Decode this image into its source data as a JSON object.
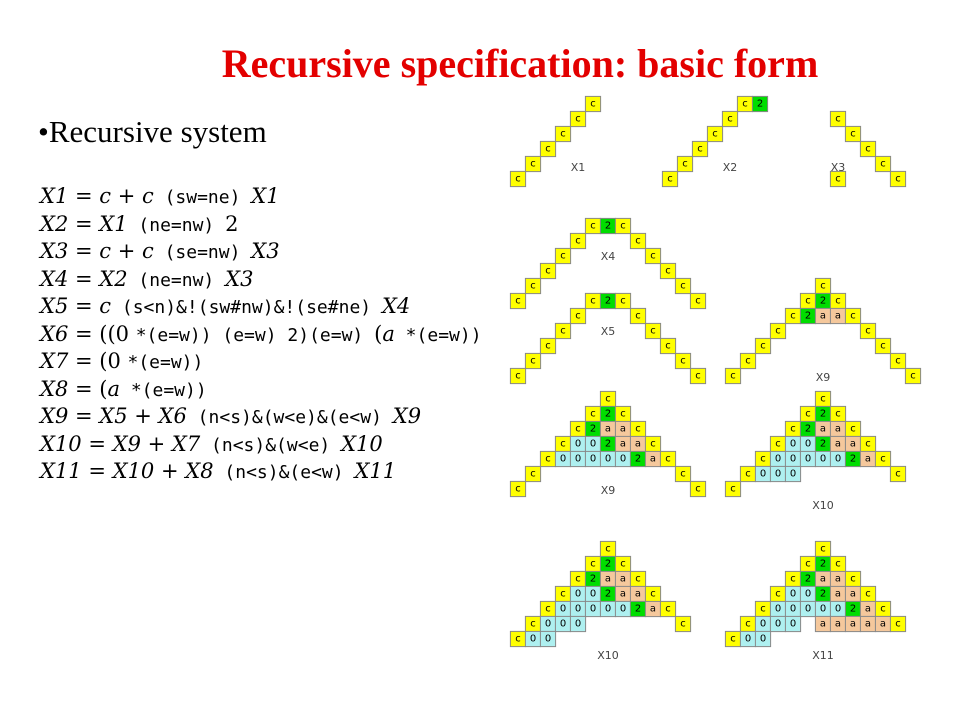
{
  "title": "Recursive specification: basic form",
  "bullet": "Recursive system",
  "equations": [
    {
      "lhs": "X1",
      "rhs": [
        [
          "i",
          "c"
        ],
        [
          "m",
          " + "
        ],
        [
          "i",
          "c"
        ],
        [
          "t",
          " (sw=ne) "
        ],
        [
          "i",
          "X1"
        ]
      ]
    },
    {
      "lhs": "X2",
      "rhs": [
        [
          "i",
          "X1"
        ],
        [
          "t",
          " (ne=nw) "
        ],
        [
          "m",
          "2"
        ]
      ]
    },
    {
      "lhs": "X3",
      "rhs": [
        [
          "i",
          "c"
        ],
        [
          "m",
          " + "
        ],
        [
          "i",
          "c"
        ],
        [
          "t",
          " (se=nw) "
        ],
        [
          "i",
          "X3"
        ]
      ]
    },
    {
      "lhs": "X4",
      "rhs": [
        [
          "i",
          "X2"
        ],
        [
          "t",
          " (ne=nw) "
        ],
        [
          "i",
          "X3"
        ]
      ]
    },
    {
      "lhs": "X5",
      "rhs": [
        [
          "i",
          "c"
        ],
        [
          "t",
          " (s<n)&!(sw#nw)&!(se#ne) "
        ],
        [
          "i",
          "X4"
        ]
      ]
    },
    {
      "lhs": "X6",
      "rhs": [
        [
          "m",
          "((0 "
        ],
        [
          "t",
          "*(e=w)) (e=w) 2)(e=w) "
        ],
        [
          "m",
          "("
        ],
        [
          "i",
          "a"
        ],
        [
          "t",
          " *(e=w))"
        ]
      ]
    },
    {
      "lhs": "X7",
      "rhs": [
        [
          "m",
          "(0 "
        ],
        [
          "t",
          "*(e=w))"
        ]
      ]
    },
    {
      "lhs": "X8",
      "rhs": [
        [
          "m",
          "("
        ],
        [
          "i",
          "a"
        ],
        [
          "t",
          " *(e=w))"
        ]
      ]
    },
    {
      "lhs": "X9",
      "rhs": [
        [
          "i",
          "X5"
        ],
        [
          "m",
          " + "
        ],
        [
          "i",
          "X6"
        ],
        [
          "t",
          " (n<s)&(w<e)&(e<w) "
        ],
        [
          "i",
          "X9"
        ]
      ]
    },
    {
      "lhs": "X10",
      "rhs": [
        [
          "i",
          "X9"
        ],
        [
          "m",
          " + "
        ],
        [
          "i",
          "X7"
        ],
        [
          "t",
          " (n<s)&(w<e) "
        ],
        [
          "i",
          "X10"
        ]
      ]
    },
    {
      "lhs": "X11",
      "rhs": [
        [
          "i",
          "X10"
        ],
        [
          "m",
          " + "
        ],
        [
          "i",
          "X8"
        ],
        [
          "t",
          " (n<s)&(e<w) "
        ],
        [
          "i",
          "X11"
        ]
      ]
    }
  ],
  "colors": {
    "c": "#ffff00",
    "2": "#00dd00",
    "a": "#f5c89c",
    "0": "#aef0f0"
  },
  "pictures": [
    {
      "id": "x1",
      "label": "X1",
      "rows": [
        [
          "c"
        ],
        [
          "c"
        ],
        [
          "c"
        ],
        [
          "c"
        ],
        [
          "c"
        ],
        [
          "c"
        ]
      ]
    },
    {
      "id": "x2",
      "label": "X2",
      "rows": [
        [
          "c",
          "2"
        ],
        [
          "c"
        ],
        [
          "c"
        ],
        [
          "c"
        ],
        [
          "c"
        ],
        [
          "c"
        ]
      ]
    },
    {
      "id": "x3",
      "label": "X3",
      "rows": [
        [
          "c"
        ],
        [
          "c"
        ],
        [
          "c"
        ],
        [
          "c"
        ],
        [
          "c"
        ],
        [
          "c"
        ]
      ]
    },
    {
      "id": "x4",
      "label": "X4",
      "rows": [
        [
          "c",
          "2",
          "c"
        ],
        [
          "c",
          "c"
        ],
        [
          "c",
          "c"
        ],
        [
          "c",
          "c"
        ],
        [
          "c",
          "c"
        ],
        [
          "c",
          "c"
        ]
      ]
    },
    {
      "id": "x5",
      "label": "X5",
      "rows": [
        [
          "c",
          "2",
          "c"
        ],
        [
          "c",
          "c"
        ],
        [
          "c",
          "c"
        ],
        [
          "c",
          "c"
        ],
        [
          "c",
          "c"
        ],
        [
          "c",
          "c"
        ]
      ]
    },
    {
      "id": "x9a",
      "label": "X9",
      "rows": [
        [
          "c"
        ],
        [
          "c",
          "2",
          "c"
        ],
        [
          "c",
          "2",
          "a",
          "a",
          "c"
        ],
        [
          "c",
          "c"
        ],
        [
          "c",
          "c"
        ],
        [
          "c",
          "c"
        ],
        [
          "c",
          "c"
        ]
      ]
    },
    {
      "id": "x9b",
      "label": "X9",
      "rows": [
        [
          "c"
        ],
        [
          "c",
          "2",
          "c"
        ],
        [
          "c",
          "2",
          "a",
          "a",
          "c"
        ],
        [
          "c",
          "0",
          "0",
          "2",
          "a",
          "a",
          "c"
        ],
        [
          "c",
          "0",
          "0",
          "0",
          "0",
          "0",
          "2",
          "a",
          "c"
        ],
        [
          "c",
          "c"
        ],
        [
          "c",
          "c"
        ]
      ]
    },
    {
      "id": "x10a",
      "label": "X10",
      "rows": [
        [
          "c"
        ],
        [
          "c",
          "2",
          "c"
        ],
        [
          "c",
          "2",
          "a",
          "a",
          "c"
        ],
        [
          "c",
          "0",
          "0",
          "2",
          "a",
          "a",
          "c"
        ],
        [
          "c",
          "0",
          "0",
          "0",
          "0",
          "0",
          "2",
          "a",
          "c"
        ],
        [
          "c",
          "0",
          "0",
          "0",
          "c"
        ],
        [
          "c"
        ]
      ]
    },
    {
      "id": "x10b",
      "label": "X10",
      "rows": [
        [
          "c"
        ],
        [
          "c",
          "2",
          "c"
        ],
        [
          "c",
          "2",
          "a",
          "a",
          "c"
        ],
        [
          "c",
          "0",
          "0",
          "2",
          "a",
          "a",
          "c"
        ],
        [
          "c",
          "0",
          "0",
          "0",
          "0",
          "0",
          "2",
          "a",
          "c"
        ],
        [
          "c",
          "0",
          "0",
          "0",
          "c"
        ],
        [
          "c",
          "0",
          "0"
        ]
      ]
    },
    {
      "id": "x11",
      "label": "X11",
      "rows": [
        [
          "c"
        ],
        [
          "c",
          "2",
          "c"
        ],
        [
          "c",
          "2",
          "a",
          "a",
          "c"
        ],
        [
          "c",
          "0",
          "0",
          "2",
          "a",
          "a",
          "c"
        ],
        [
          "c",
          "0",
          "0",
          "0",
          "0",
          "0",
          "2",
          "a",
          "c"
        ],
        [
          "c",
          "0",
          "0",
          "0",
          "a",
          "a",
          "a",
          "a",
          "a",
          "c"
        ],
        [
          "c",
          "0",
          "0"
        ]
      ]
    }
  ]
}
